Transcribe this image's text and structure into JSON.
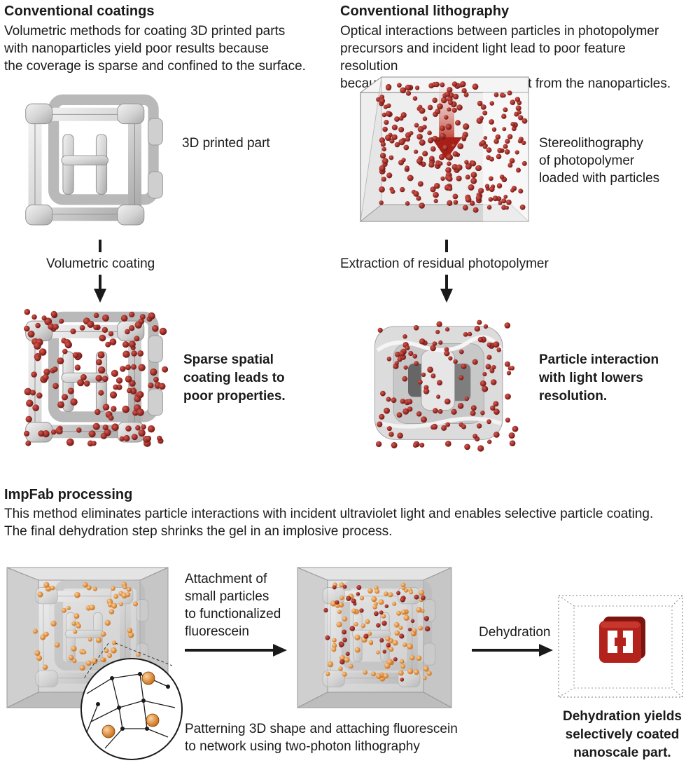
{
  "conventional_coatings": {
    "title": "Conventional coatings",
    "desc_lines": [
      "Volumetric methods for coating 3D printed parts",
      "with nanoparticles yield poor results because",
      "the coverage is sparse and confined to the surface."
    ],
    "part_label": "3D printed part",
    "step_label": "Volumetric coating",
    "result_lines": [
      "Sparse spatial",
      "coating leads to",
      "poor properties."
    ]
  },
  "conventional_lithography": {
    "title": "Conventional lithography",
    "desc_lines": [
      "Optical interactions between particles in photopolymer",
      "precursors and incident light lead to poor feature resolution",
      "because of the scattering of light from the nanoparticles."
    ],
    "stereo_lines": [
      "Stereolithography",
      "of photopolymer",
      "loaded with particles"
    ],
    "step_label": "Extraction of residual photopolymer",
    "result_lines": [
      "Particle interaction",
      "with light lowers",
      "resolution."
    ]
  },
  "impfab": {
    "title": "ImpFab processing",
    "desc_lines": [
      "This method eliminates particle interactions with incident ultraviolet light and enables selective particle coating.",
      "The final dehydration step shrinks the gel in an implosive process."
    ],
    "attach_lines": [
      "Attachment of",
      "small particles",
      "to functionalized",
      "fluorescein"
    ],
    "dehydration_label": "Dehydration",
    "pattern_lines": [
      "Patterning 3D shape and attaching fluorescein",
      "to network using two-photon lithography"
    ],
    "final_lines": [
      "Dehydration yields",
      "selectively coated",
      "nanoscale part."
    ]
  },
  "colors": {
    "particle_red": "#8e1b17",
    "particle_orange": "#e08a2c",
    "part_gray": "#d6d6d6",
    "final_red": "#b3231c"
  }
}
